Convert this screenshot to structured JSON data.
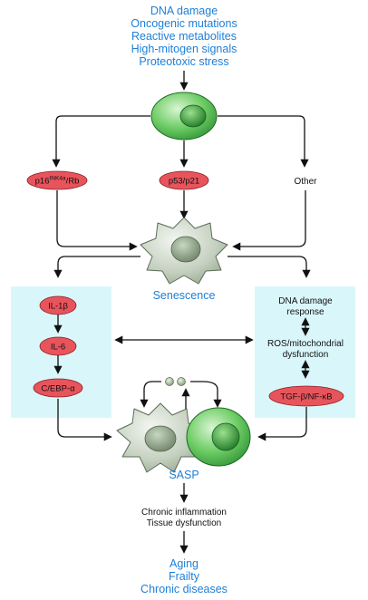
{
  "stressors": [
    "DNA damage",
    "Oncogenic mutations",
    "Reactive metabolites",
    "High-mitogen signals",
    "Proteotoxic stress"
  ],
  "pathways": {
    "p16": {
      "main": "p16",
      "sup": "INK4a",
      "tail": "/Rb"
    },
    "p53": "p53/p21",
    "other": "Other"
  },
  "senescence_label": "Senescence",
  "left_box": [
    "IL-1β",
    "IL-6",
    "C/EBP-α"
  ],
  "right_box": {
    "ddr": [
      "DNA damage",
      "response"
    ],
    "ros": [
      "ROS/mitochondrial",
      "dysfunction"
    ],
    "tgf": "TGF-β/NF-κB"
  },
  "sasp_label": "SASP",
  "outcomes": [
    "Chronic inflammation",
    "Tissue dysfunction"
  ],
  "diseases": [
    "Aging",
    "Frailty",
    "Chronic diseases"
  ],
  "colors": {
    "blue_text": "#1e7fd6",
    "panel": "#d9f7fb",
    "pill": "#e8545c",
    "cell_green": "#3fb44a",
    "senescent_cell": "#9fb09a"
  }
}
